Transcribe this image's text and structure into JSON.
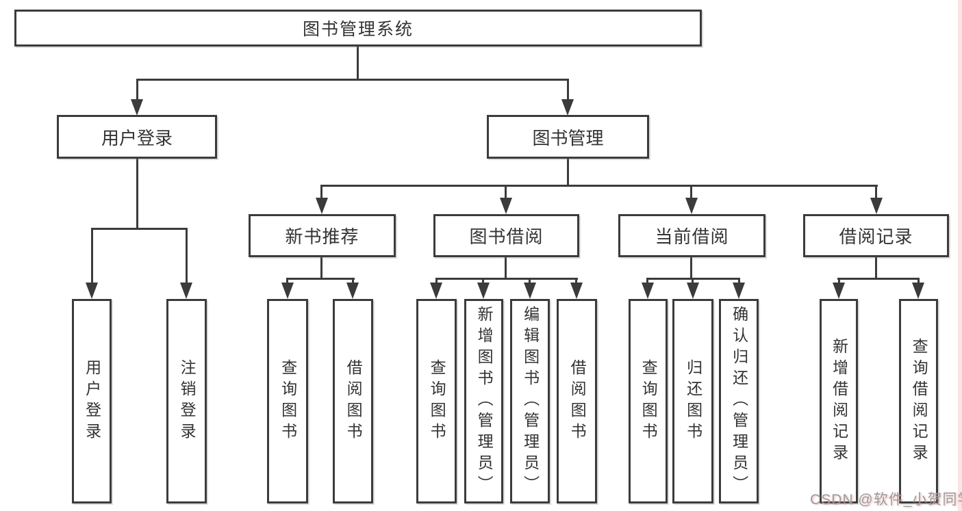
{
  "tree": {
    "root": {
      "label": "图书管理系统",
      "children": [
        {
          "label": "用户登录",
          "children": [
            {
              "label": "用户登录"
            },
            {
              "label": "注销登录"
            }
          ]
        },
        {
          "label": "图书管理",
          "children": [
            {
              "label": "新书推荐",
              "children": [
                {
                  "label": "查询图书"
                },
                {
                  "label": "借阅图书"
                }
              ]
            },
            {
              "label": "图书借阅",
              "children": [
                {
                  "label": "查询图书"
                },
                {
                  "label": "新增图书（管理员）"
                },
                {
                  "label": "编辑图书（管理员）"
                },
                {
                  "label": "借阅图书"
                }
              ]
            },
            {
              "label": "当前借阅",
              "children": [
                {
                  "label": "查询图书"
                },
                {
                  "label": "归还图书"
                },
                {
                  "label": "确认归还（管理员）"
                }
              ]
            },
            {
              "label": "借阅记录",
              "children": [
                {
                  "label": "新增借阅记录"
                },
                {
                  "label": "查询借阅记录"
                }
              ]
            }
          ]
        }
      ]
    }
  },
  "watermark": {
    "text": "CSDN @软件_小贺同学"
  },
  "colors": {
    "line": "#3b3b3b",
    "text": "#333333",
    "background": "#ffffff",
    "watermark_text": "#9b9b9b",
    "watermark_accent": "#ec8484",
    "right_edge_tint": "#f7c4c4"
  }
}
